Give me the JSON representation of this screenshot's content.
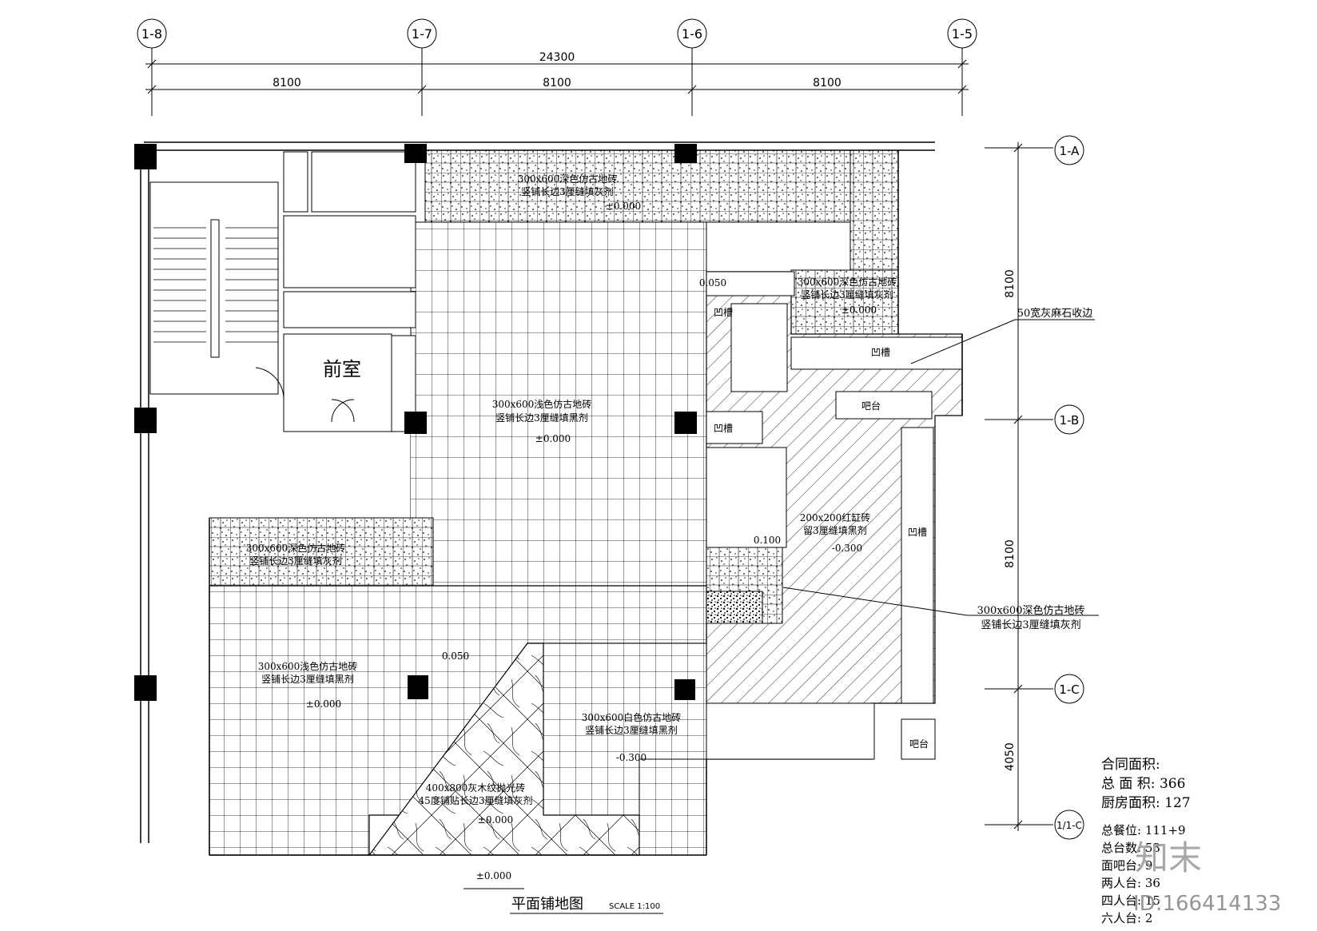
{
  "grid_axes": {
    "top": [
      "1-8",
      "1-7",
      "1-6",
      "1-5"
    ],
    "right": [
      "1-A",
      "1-B",
      "1-C",
      "1/1-C"
    ]
  },
  "dimensions": {
    "total": "24300",
    "spans": [
      "8100",
      "8100",
      "8100"
    ],
    "right_spans": [
      "8100",
      "8100",
      "4050"
    ]
  },
  "rooms": {
    "antechamber": "前室"
  },
  "annotations": {
    "light_tile_main": [
      "300x600浅色仿古地砖",
      "竖铺长边3厘缝填黑剂"
    ],
    "light_tile_lower": [
      "300x600浅色仿古地砖",
      "竖铺长边3厘缝填黑剂"
    ],
    "dark_tile_top": [
      "300x600深色仿古地砖",
      "竖铺长边3厘缝填灰剂"
    ],
    "dark_tile_right": [
      "300x600深色仿古地砖",
      "竖铺长边3厘缝填灰剂"
    ],
    "dark_tile_left": [
      "300x600深色仿古地砖",
      "竖铺长边3厘缝填灰剂"
    ],
    "callout_dark_tile": [
      "300x600深色仿古地砖",
      "竖铺长边3厘缝填灰剂"
    ],
    "kitchen_tile": [
      "200x200红缸砖",
      "留3厘缝填黑剂"
    ],
    "mid_tile": [
      "300x600白色仿古地砖",
      "竖铺长边3厘缝填黑剂"
    ],
    "marble_tile": [
      "400x800灰木纹抛光砖",
      "45度铺贴长边3厘缝填灰剂"
    ],
    "stone_edge": "50宽灰麻石收边",
    "groove": "凹槽",
    "counter": "吧台"
  },
  "levels": {
    "main": "±0.000",
    "kitchen": "-0.300",
    "mid": "-0.300",
    "step_a": "0.050",
    "step_b": "0.100",
    "entrance": "±0.000"
  },
  "title": {
    "name": "平面铺地图",
    "scale": "SCALE 1:100"
  },
  "stats": {
    "contract_area_label": "合同面积:",
    "total_area": "总 面 积: 366",
    "kitchen_area": "厨房面积: 127",
    "seats": "总餐位: 111+9",
    "tables": "总台数: 53",
    "bar": "面吧台: 9",
    "two": "两人台: 36",
    "four": "四人台: 15",
    "six": "六人台: 2"
  },
  "watermark": {
    "brand": "知末",
    "id": "ID:166414133"
  }
}
